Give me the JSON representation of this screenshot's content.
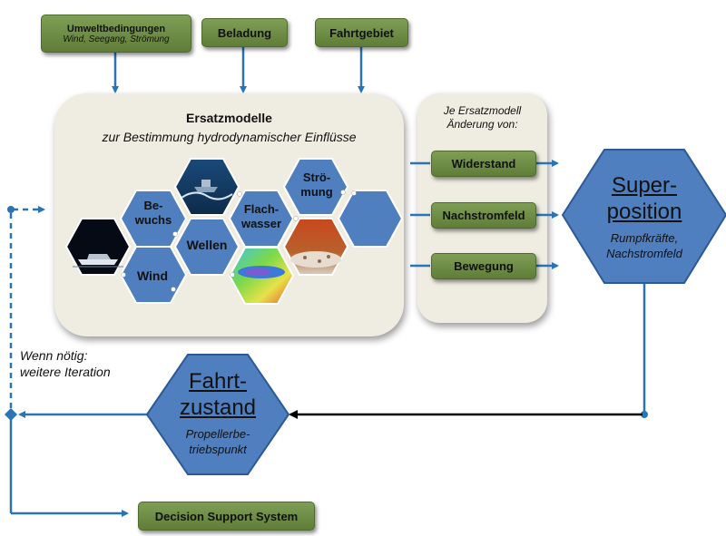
{
  "inputs": {
    "umwelt": {
      "title": "Umweltbedingungen",
      "sub": "Wind, Seegang, Strömung"
    },
    "beladung": "Beladung",
    "fahrtgebiet": "Fahrtgebiet"
  },
  "ersatz": {
    "title": "Ersatzmodelle",
    "subtitle": "zur Bestimmung hydrodynamischer Einflüsse",
    "hexes": {
      "bewuchs_1": "Be-",
      "bewuchs_2": "wuchs",
      "wellen": "Wellen",
      "flach_1": "Flach-",
      "flach_2": "wasser",
      "stroem_1": "Strö-",
      "stroem_2": "mung",
      "wind": "Wind"
    }
  },
  "changes": {
    "title_1": "Je Ersatzmodell",
    "title_2": "Änderung von:",
    "items": [
      "Widerstand",
      "Nachstromfeld",
      "Bewegung"
    ]
  },
  "superposition": {
    "title_1": "Super-",
    "title_2": "position",
    "sub_1": "Rumpfkräfte,",
    "sub_2": "Nachstromfeld"
  },
  "fahrtzustand": {
    "title_1": "Fahrt-",
    "title_2": "zustand",
    "sub_1": "Propellerbe-",
    "sub_2": "triebspunkt"
  },
  "iteration": {
    "line_1": "Wenn nötig:",
    "line_2": "weitere Iteration"
  },
  "dss": "Decision Support System",
  "colors": {
    "hex_blue": "#4f7fbf",
    "box_green": "#6f8f45",
    "arrow_blue": "#2a73b5",
    "panel": "#efece1"
  }
}
